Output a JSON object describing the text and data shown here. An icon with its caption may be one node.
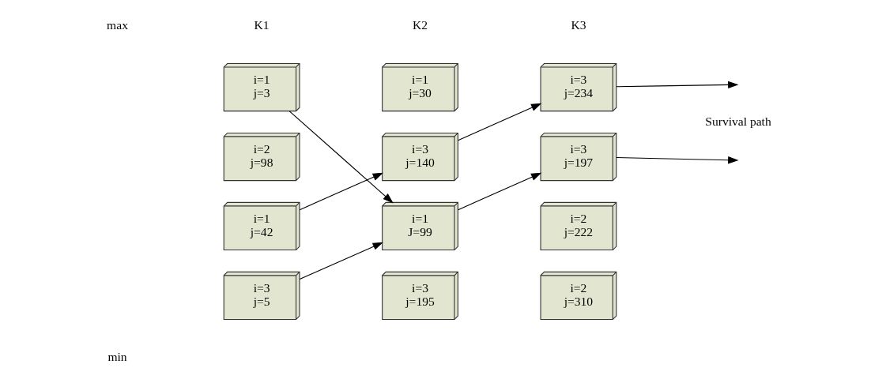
{
  "diagram": {
    "nodes": [
      {
        "text": [
          "i=1",
          "j=3"
        ]
      },
      {
        "text": [
          "i=2",
          "j=98"
        ]
      },
      {
        "text": [
          "i=1",
          "j=42"
        ]
      },
      {
        "text": [
          "i=3",
          "j=5"
        ]
      },
      {
        "text": [
          "i=1",
          "j=30"
        ]
      },
      {
        "text": [
          "i=3",
          "j=140"
        ]
      },
      {
        "text": [
          "i=1",
          "J=99"
        ]
      },
      {
        "text": [
          "i=3",
          "j=195"
        ]
      },
      {
        "text": [
          "i=3",
          "j=234"
        ]
      },
      {
        "text": [
          "i=3",
          "j=197"
        ]
      },
      {
        "text": [
          "i=2",
          "j=222"
        ]
      },
      {
        "text": [
          "i=2",
          "j=310"
        ]
      }
    ],
    "edges": [
      {
        "from": 0,
        "to": 6,
        "arrow": "to"
      },
      {
        "from": 2,
        "to": 5,
        "arrow": "to"
      },
      {
        "from": 3,
        "to": 6,
        "arrow": "to"
      },
      {
        "from": 5,
        "to": 8,
        "arrow": "to"
      },
      {
        "from": 6,
        "to": 9,
        "arrow": "to"
      },
      {
        "from": 8,
        "to": null,
        "arrow": "to"
      },
      {
        "from": 9,
        "to": null,
        "arrow": "to"
      }
    ],
    "labels": [
      "max",
      "K1",
      "K2",
      "K3",
      "Survival path",
      "min"
    ]
  }
}
